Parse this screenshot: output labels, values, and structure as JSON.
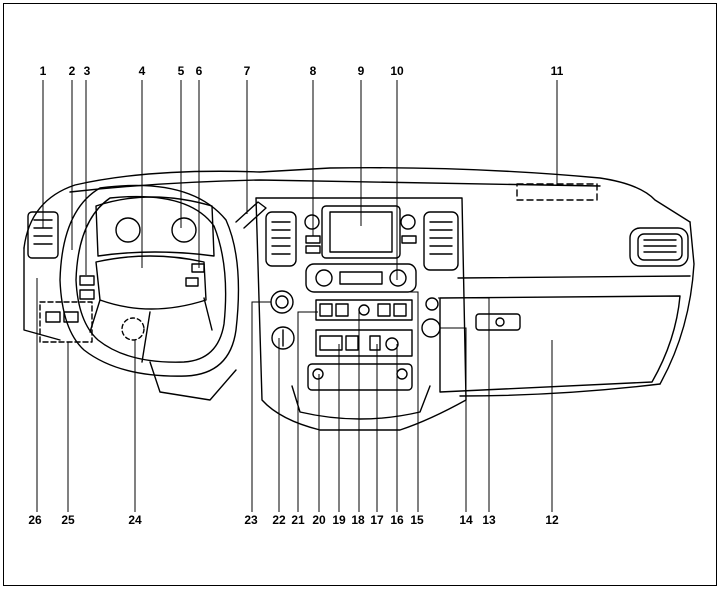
{
  "callouts_top": [
    "1",
    "2",
    "3",
    "4",
    "5",
    "6",
    "7",
    "8",
    "9",
    "10",
    "11"
  ],
  "callouts_bottom": [
    "26",
    "25",
    "24",
    "23",
    "22",
    "21",
    "20",
    "19",
    "18",
    "17",
    "16",
    "15",
    "14",
    "13",
    "12"
  ],
  "colors": {
    "ink": "#000000",
    "paper": "#ffffff"
  }
}
